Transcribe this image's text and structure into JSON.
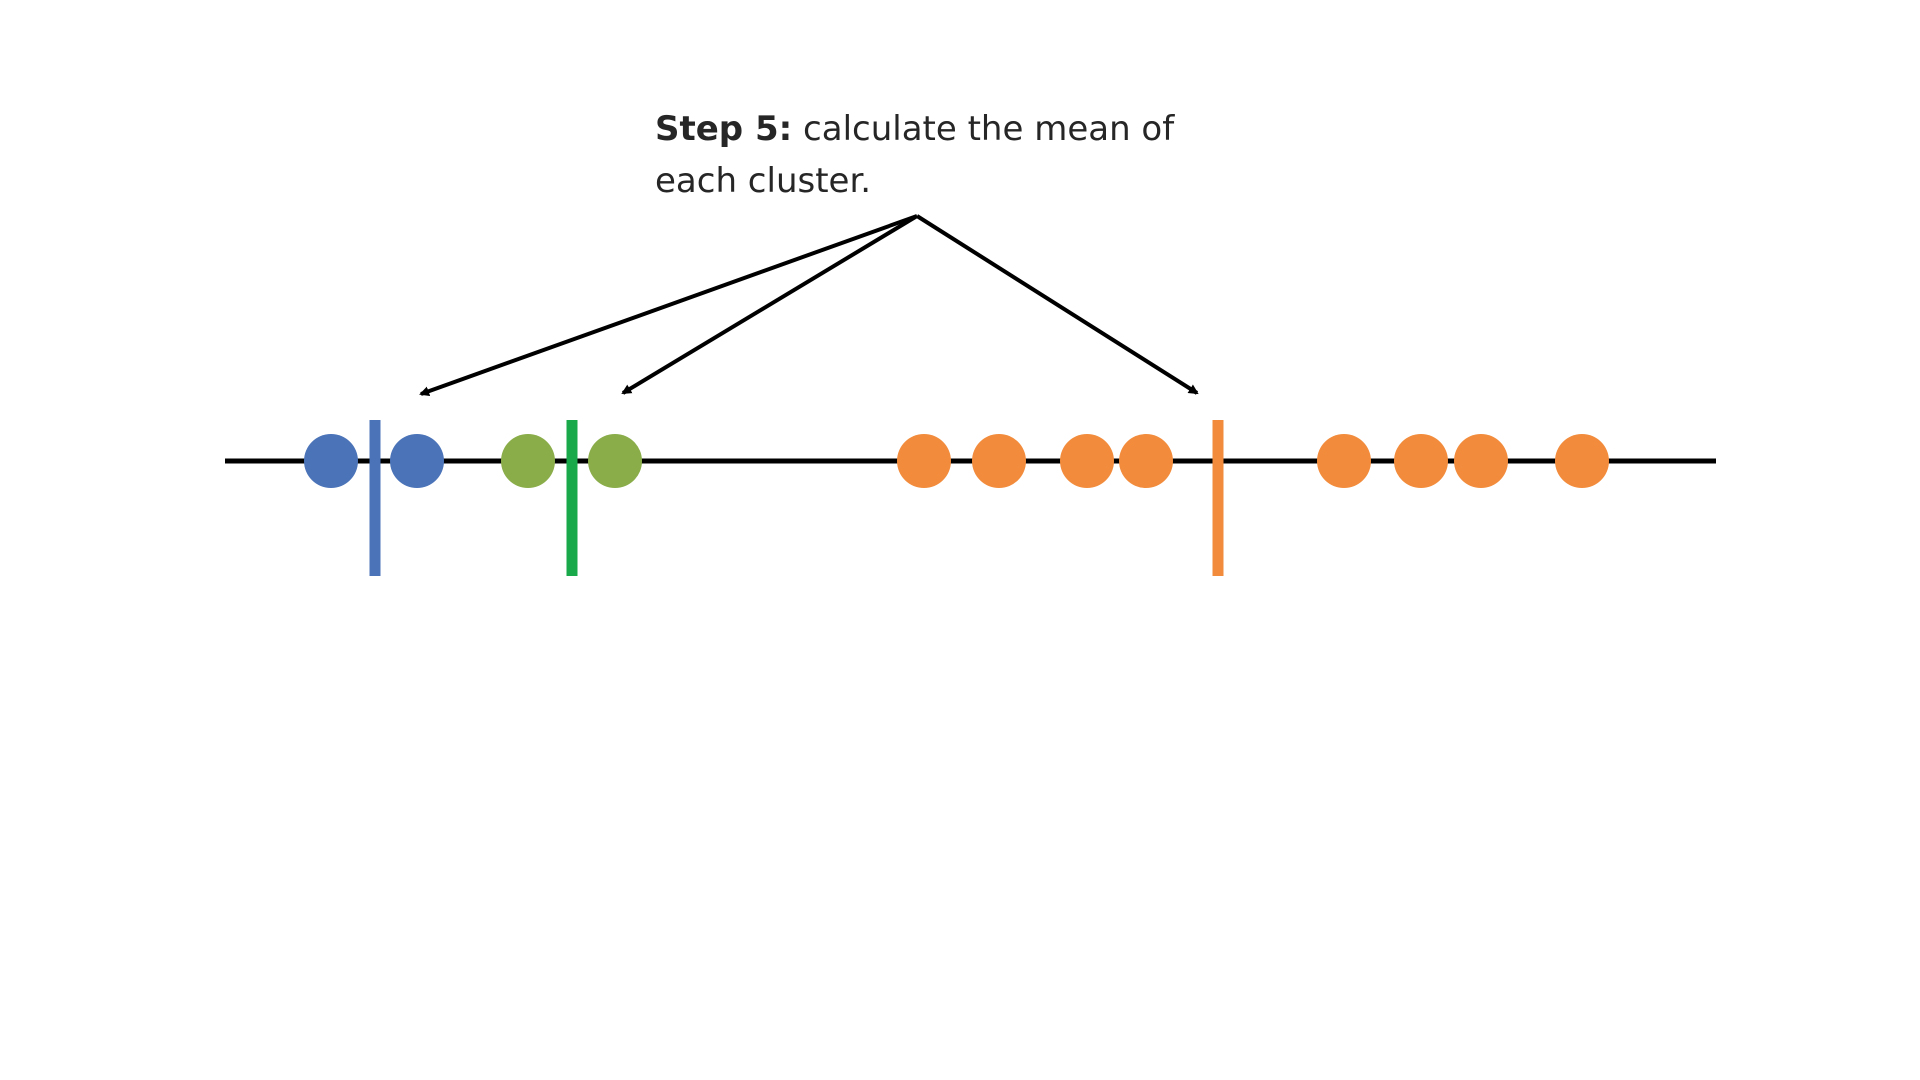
{
  "caption": {
    "bold": "Step 5:",
    "text": " calculate the mean of each cluster."
  },
  "colors": {
    "axis": "#000000",
    "arrows": "#000000",
    "blue": "#4a73b8",
    "green": "#8aad4a",
    "green_mean": "#19a84a",
    "orange": "#f28c3c"
  },
  "clusters": [
    {
      "name": "blue",
      "points": [
        331,
        417
      ],
      "mean": 375,
      "point_color": "blue",
      "mean_color": "blue"
    },
    {
      "name": "green",
      "points": [
        528,
        615
      ],
      "mean": 572,
      "point_color": "green",
      "mean_color": "green_mean"
    },
    {
      "name": "orange",
      "points": [
        924,
        999,
        1087,
        1146,
        1344,
        1421,
        1481,
        1582
      ],
      "mean": 1218,
      "point_color": "orange",
      "mean_color": "orange"
    }
  ]
}
